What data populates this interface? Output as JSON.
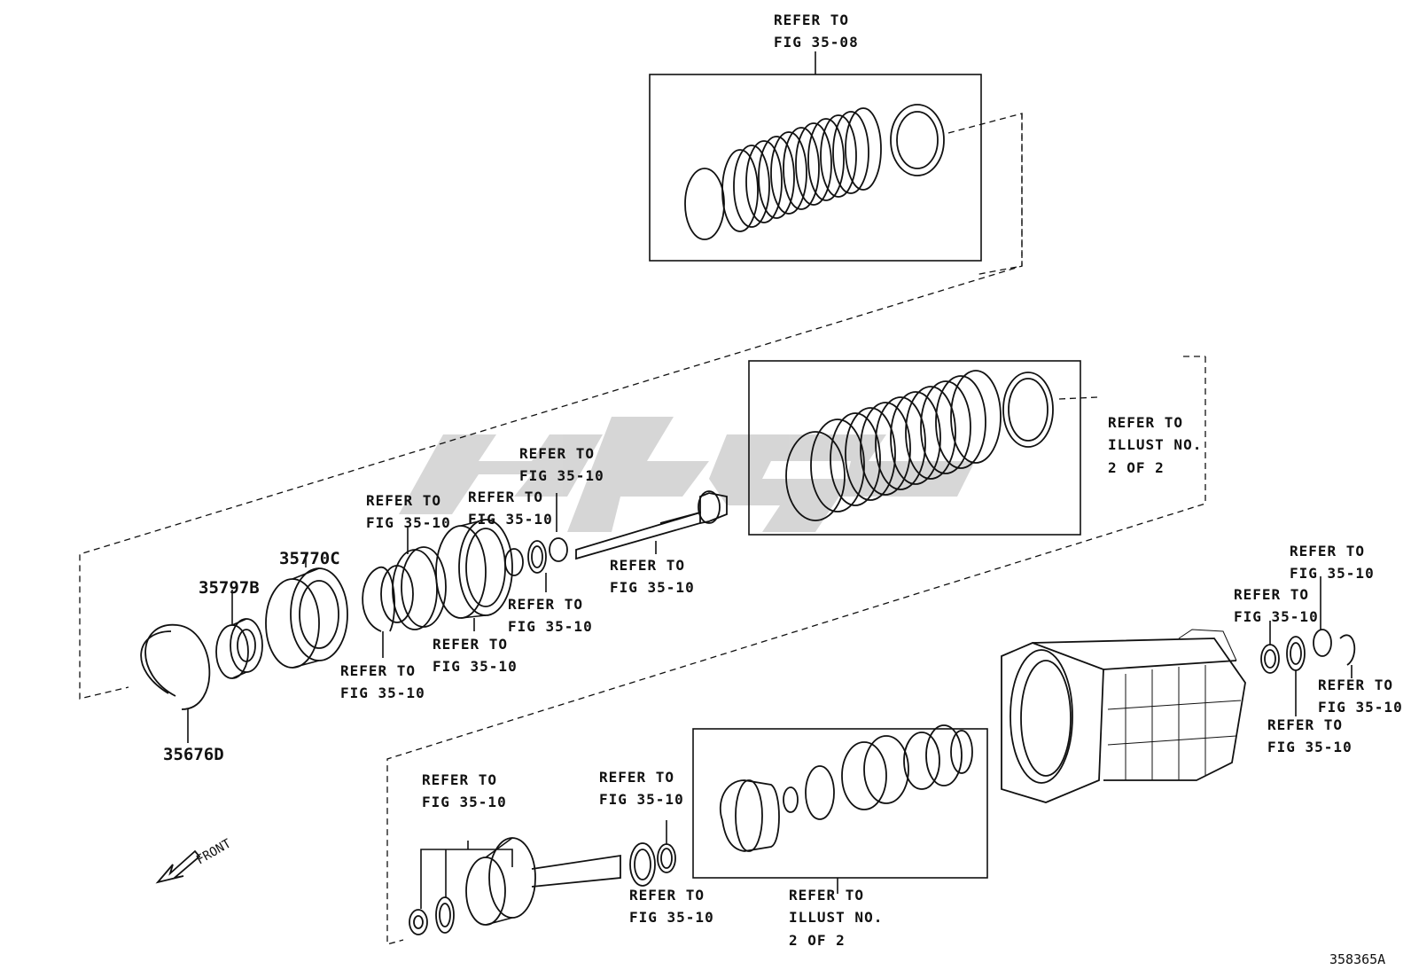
{
  "diagram": {
    "figure_id": "358365A",
    "front_label": "FRONT",
    "part_numbers": {
      "p35770C": "35770C",
      "p35797B": "35797B",
      "p35676D": "35676D"
    },
    "refer": {
      "top": [
        "REFER TO",
        "FIG 35-08"
      ],
      "illust_right": [
        "REFER TO",
        "ILLUST NO.",
        "2 OF 2"
      ],
      "illust_bottom": [
        "REFER TO",
        "ILLUST NO.",
        "2 OF 2"
      ],
      "shaft_sun": [
        "REFER TO",
        "FIG 35-10"
      ],
      "washer_a": [
        "REFER TO",
        "FIG 35-10"
      ],
      "washer_b": [
        "REFER TO",
        "FIG 35-10"
      ],
      "shaft_main": [
        "REFER TO",
        "FIG 35-10"
      ],
      "bearing_mid": [
        "REFER TO",
        "FIG 35-10"
      ],
      "ring_gear": [
        "REFER TO",
        "FIG 35-10"
      ],
      "snap_ring_mid": [
        "REFER TO",
        "FIG 35-10"
      ],
      "right_a": [
        "REFER TO",
        "FIG 35-10"
      ],
      "right_b": [
        "REFER TO",
        "FIG 35-10"
      ],
      "right_c": [
        "REFER TO",
        "FIG 35-10"
      ],
      "right_d": [
        "REFER TO",
        "FIG 35-10"
      ],
      "bottom_planet": [
        "REFER TO",
        "FIG 35-10"
      ],
      "bottom_washer_top": [
        "REFER TO",
        "FIG 35-10"
      ],
      "bottom_washer_bot": [
        "REFER TO",
        "FIG 35-10"
      ]
    }
  }
}
